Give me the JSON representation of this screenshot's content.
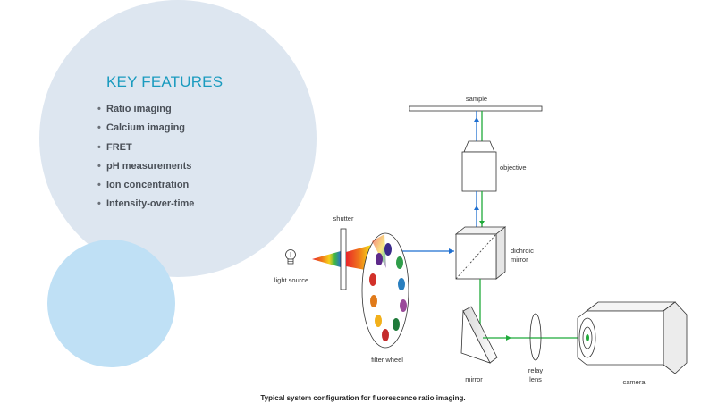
{
  "key_features": {
    "title": "KEY FEATURES",
    "items": [
      "Ratio imaging",
      "Calcium imaging",
      "FRET",
      "pH measurements",
      "Ion concentration",
      "Intensity-over-time"
    ]
  },
  "diagram": {
    "labels": {
      "sample": "sample",
      "objective": "objective",
      "shutter": "shutter",
      "dichroic_line1": "dichroic",
      "dichroic_line2": "mirror",
      "light_source": "light source",
      "filter_wheel": "filter wheel",
      "mirror": "mirror",
      "relay_line1": "relay",
      "relay_line2": "lens",
      "camera": "camera"
    },
    "colors": {
      "excitation": "#1f6fd0",
      "emission": "#1faa3a",
      "title": "#1a9bbf"
    },
    "filters": [
      "#3b2a8a",
      "#5e2a8a",
      "#2f9d4a",
      "#2a7fbf",
      "#9a4a9a",
      "#d2312a",
      "#e07a1a",
      "#f2b01a",
      "#1f7a3a",
      "#c42b2b"
    ]
  },
  "caption": "Typical system configuration for fluorescence ratio imaging."
}
